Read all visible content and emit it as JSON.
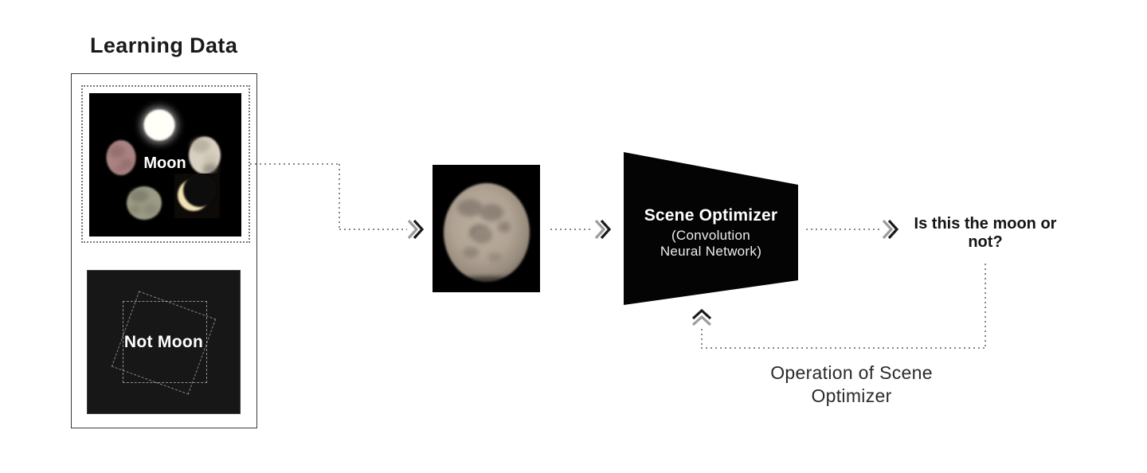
{
  "title": "Learning Data",
  "learning": {
    "moon_label": "Moon",
    "not_moon_label": "Not Moon"
  },
  "optimizer": {
    "title": "Scene Optimizer",
    "subtitle": "(Convolution Neural Network)"
  },
  "output_question": "Is this the moon or not?",
  "caption": "Operation of Scene Optimizer",
  "icons": {
    "flow_arrows": "double-chevron-right-icon",
    "feedback_arrow": "double-chevron-up-icon"
  },
  "colors": {
    "background": "#ffffff",
    "connector_dots": "#878787",
    "chevron_front": "#1a1a1a",
    "chevron_back": "#9c9c9c",
    "trapezoid": "#040404",
    "moon_image_bg": "#000000",
    "not_moon_bg": "#171717",
    "text_dark": "#1a1a1a"
  }
}
